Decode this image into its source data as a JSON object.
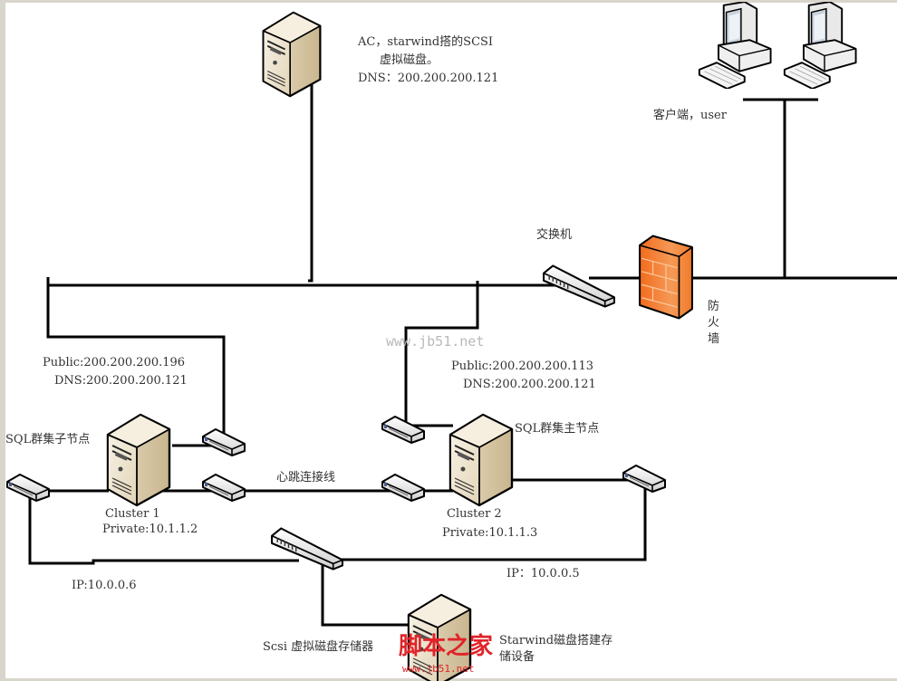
{
  "diagram": {
    "title_hint": "SQL Server cluster network topology with Starwind iSCSI storage",
    "colors": {
      "wire": "#000000",
      "server_front": "#efe7d6",
      "server_side": "#d9c9a7",
      "firewall": "#f07a2a",
      "text": "#333333",
      "watermark_red": "#e0242a",
      "watermark_gray": "#b9b9b9",
      "frame": "#d8d5cc"
    },
    "nodes": {
      "ac_server": {
        "icon": "server-tower-icon",
        "label_lines": [
          "AC，starwind搭的SCSI",
          "虚拟磁盘。",
          "DNS：200.200.200.121"
        ]
      },
      "clients": {
        "icon": "desktop-computer-icon",
        "count": 2,
        "label": "客户端，user"
      },
      "core_switch": {
        "icon": "network-switch-icon",
        "label": "交换机"
      },
      "firewall": {
        "icon": "firewall-icon",
        "label_lines": [
          "防",
          "火",
          "墙"
        ]
      },
      "cluster1": {
        "icon": "server-tower-icon",
        "role": "SQL群集子节点",
        "name": "Cluster 1",
        "private": "Private:10.1.1.2",
        "public_lines": [
          "Public:200.200.200.196",
          "DNS:200.200.200.121"
        ],
        "storage_ip": "IP:10.0.0.6"
      },
      "cluster2": {
        "icon": "server-tower-icon",
        "role": "SQL群集主节点",
        "name": "Cluster 2",
        "private": "Private:10.1.1.3",
        "public_lines": [
          "Public:200.200.200.113",
          "DNS:200.200.200.121"
        ],
        "storage_ip": "IP：10.0.0.5"
      },
      "heartbeat": {
        "label": "心跳连接线"
      },
      "storage_switch": {
        "icon": "network-switch-icon"
      },
      "storage_server": {
        "icon": "server-tower-icon",
        "left_label": "Scsi 虚拟磁盘存储器",
        "right_label_lines": [
          "Starwind磁盘搭建存",
          "储设备"
        ]
      },
      "nic_icons": {
        "icon": "network-adapter-icon",
        "count": 6
      }
    },
    "watermarks": {
      "center": "www.jb51.net",
      "brand": "脚本之家",
      "brand_url": "www.jb51.net"
    }
  }
}
